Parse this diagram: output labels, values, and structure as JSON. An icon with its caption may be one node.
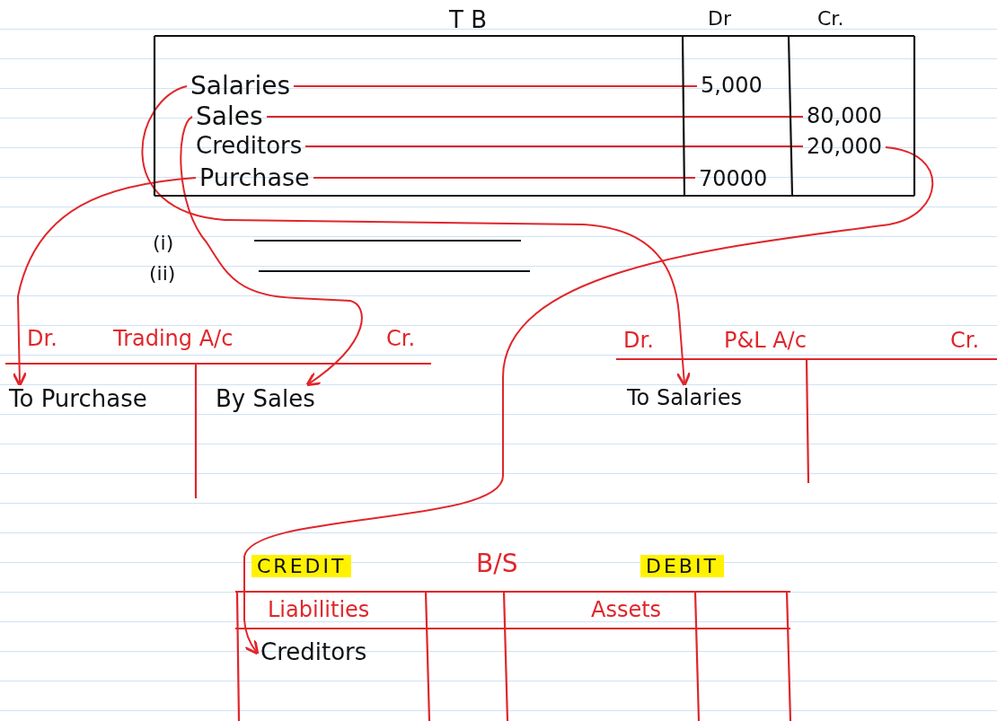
{
  "diagram": {
    "nodes": [
      {
        "text": [
          "T B",
          "Dr",
          "Cr."
        ]
      },
      {
        "text": [
          "Salaries"
        ],
        "in": 0
      },
      {
        "text": [
          "5,000"
        ],
        "in": 0
      },
      {
        "text": [
          "Sales"
        ],
        "in": 0
      },
      {
        "text": [
          "80,000"
        ],
        "in": 0
      },
      {
        "text": [
          "Creditors"
        ],
        "in": 0
      },
      {
        "text": [
          "20,000"
        ],
        "in": 0
      },
      {
        "text": [
          "Purchase"
        ],
        "in": 0
      },
      {
        "text": [
          "70000"
        ],
        "in": 0
      },
      {
        "text": [
          "Dr.",
          "Trading A/c",
          "Cr."
        ]
      },
      {
        "text": [
          "To Purchase"
        ],
        "in": 9
      },
      {
        "text": [
          "By Sales"
        ],
        "in": 9
      },
      {
        "text": [
          "Dr.",
          "P&L A/c",
          "Cr."
        ]
      },
      {
        "text": [
          "To Salaries"
        ],
        "in": 12
      },
      {
        "text": [
          "CREDIT",
          "B/S",
          "DEBIT",
          "Liabilities",
          "Assets"
        ]
      },
      {
        "text": [
          "Creditors"
        ],
        "in": 14
      }
    ],
    "edges": [
      {
        "from": 1,
        "to": 2,
        "arrow": "none"
      },
      {
        "from": 3,
        "to": 4,
        "arrow": "none"
      },
      {
        "from": 5,
        "to": 6,
        "arrow": "none"
      },
      {
        "from": 7,
        "to": 8,
        "arrow": "none"
      },
      {
        "from": 1,
        "to": 13,
        "arrow": "to"
      },
      {
        "from": 3,
        "to": 11,
        "arrow": "to"
      },
      {
        "from": 7,
        "to": 10,
        "arrow": "to"
      },
      {
        "from": 6,
        "to": 15,
        "arrow": "to"
      }
    ],
    "labels": [
      "(i)",
      "(ii)"
    ]
  }
}
